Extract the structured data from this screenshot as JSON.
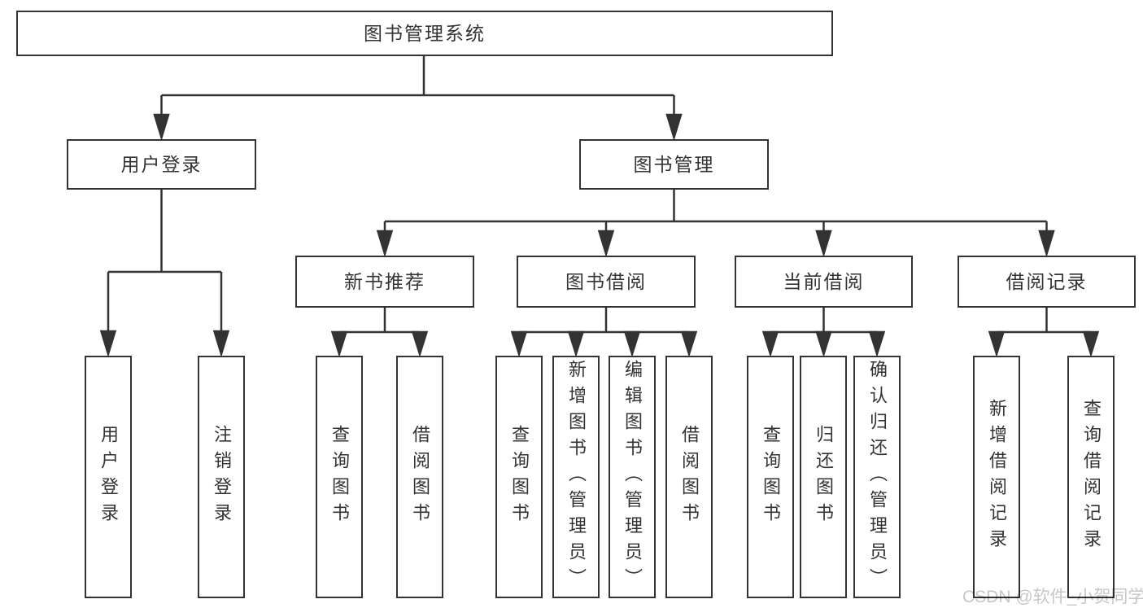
{
  "watermark": "CSDN @软件_小贺同学",
  "colors": {
    "line": "#333333",
    "box_border": "#333333",
    "text": "#333333",
    "background": "#ffffff",
    "watermark": "#c7c7c7"
  },
  "nodes": {
    "root": {
      "label": "图书管理系统"
    },
    "user_login": {
      "label": "用户登录"
    },
    "book_mgmt": {
      "label": "图书管理"
    },
    "new_book_rec": {
      "label": "新书推荐"
    },
    "book_borrow": {
      "label": "图书借阅"
    },
    "current_borrow": {
      "label": "当前借阅"
    },
    "borrow_record": {
      "label": "借阅记录"
    },
    "leaf_user_login": {
      "label": "用户登录"
    },
    "leaf_logout": {
      "label": "注销登录"
    },
    "leaf_query_book_1": {
      "label": "查询图书"
    },
    "leaf_borrow_book_1": {
      "label": "借阅图书"
    },
    "leaf_query_book_2": {
      "label": "查询图书"
    },
    "leaf_add_book": {
      "label": "新增图书（管理员）"
    },
    "leaf_edit_book": {
      "label": "编辑图书（管理员）"
    },
    "leaf_borrow_book_2": {
      "label": "借阅图书"
    },
    "leaf_query_book_3": {
      "label": "查询图书"
    },
    "leaf_return_book": {
      "label": "归还图书"
    },
    "leaf_confirm_return": {
      "label": "确认归还（管理员）"
    },
    "leaf_add_borrow_record": {
      "label": "新增借阅记录"
    },
    "leaf_query_borrow_record": {
      "label": "查询借阅记录"
    }
  },
  "hierarchy": {
    "root": [
      "user_login",
      "book_mgmt"
    ],
    "user_login": [
      "leaf_user_login",
      "leaf_logout"
    ],
    "book_mgmt": [
      "new_book_rec",
      "book_borrow",
      "current_borrow",
      "borrow_record"
    ],
    "new_book_rec": [
      "leaf_query_book_1",
      "leaf_borrow_book_1"
    ],
    "book_borrow": [
      "leaf_query_book_2",
      "leaf_add_book",
      "leaf_edit_book",
      "leaf_borrow_book_2"
    ],
    "current_borrow": [
      "leaf_query_book_3",
      "leaf_return_book",
      "leaf_confirm_return"
    ],
    "borrow_record": [
      "leaf_add_borrow_record",
      "leaf_query_borrow_record"
    ]
  }
}
